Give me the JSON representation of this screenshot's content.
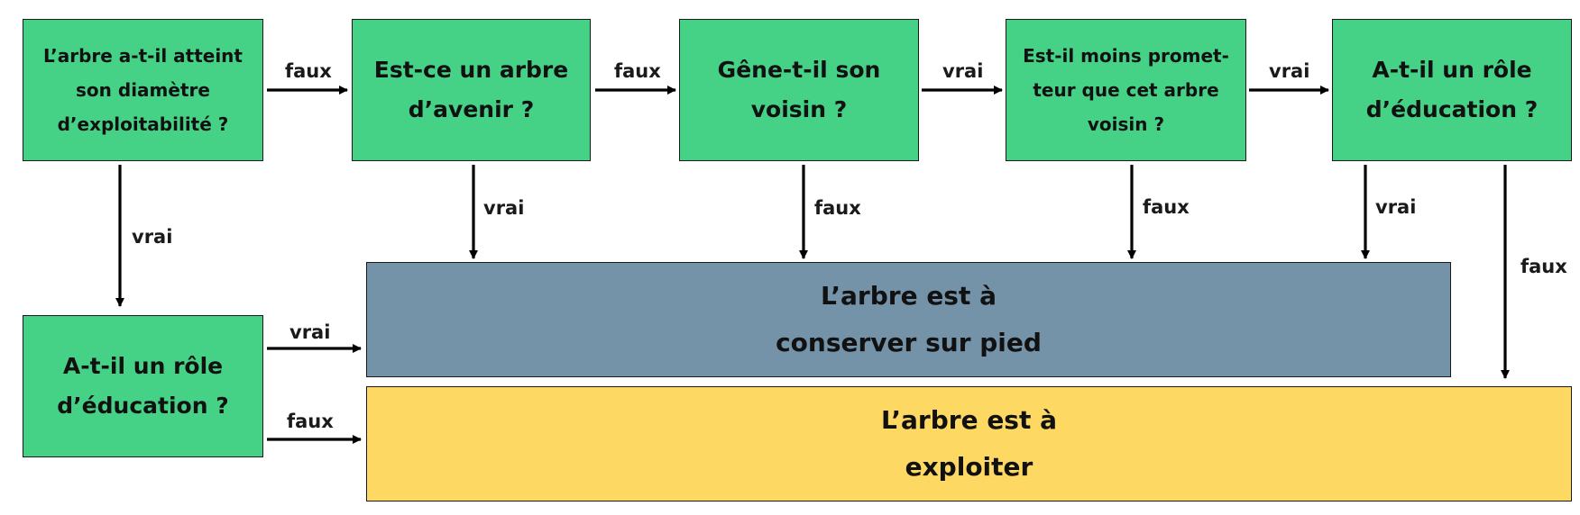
{
  "questions": {
    "q1": [
      "L’arbre a-t-il atteint",
      "son diamètre",
      "d’exploitabilité ?"
    ],
    "q2": [
      "Est-ce un arbre",
      "d’avenir ?"
    ],
    "q3": [
      "Gêne-t-il son",
      "voisin ?"
    ],
    "q4": [
      "Est-il moins promet-",
      "teur que cet arbre",
      "voisin ?"
    ],
    "q5": [
      "A-t-il un rôle",
      "d’éducation ?"
    ],
    "q6": [
      "A-t-il un rôle",
      "d’éducation ?"
    ]
  },
  "outcomes": {
    "keep": [
      "L’arbre est à",
      "conserver sur pied"
    ],
    "cut": [
      "L’arbre est à",
      "exploiter"
    ]
  },
  "labels": {
    "q1_q2": "faux",
    "q2_q3": "faux",
    "q3_q4": "vrai",
    "q4_q5": "vrai",
    "q1_down": "vrai",
    "q2_down": "vrai",
    "q3_down": "faux",
    "q4_down": "faux",
    "q5_down_vrai": "vrai",
    "q5_down_faux": "faux",
    "q6_vrai": "vrai",
    "q6_faux": "faux"
  },
  "colors": {
    "question_fill": "#46d286",
    "keep_fill": "#7493a8",
    "cut_fill": "#fdd863",
    "arrow": "#000000"
  }
}
